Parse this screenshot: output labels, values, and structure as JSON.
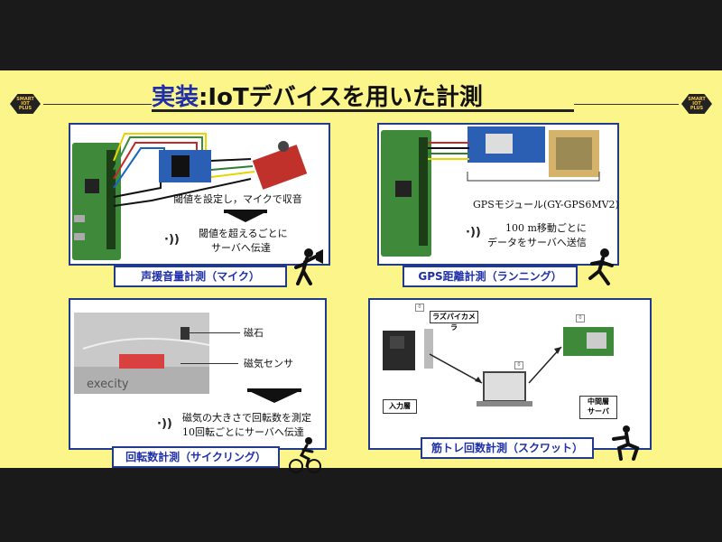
{
  "title": {
    "accent": "実装",
    "colon": ":",
    "rest": "IoTデバイスを用いた計測"
  },
  "logos": [
    {
      "line1": "SMART",
      "line2": "IOT",
      "line3": "PLUS"
    },
    {
      "line1": "SMART",
      "line2": "IOT",
      "line3": "PLUS"
    }
  ],
  "panel_mic": {
    "label": "声援音量計測（マイク）",
    "text1": "閾値を設定し，マイクで収音",
    "text2": "閾値を超えるごとに",
    "text3": "サーバへ伝達"
  },
  "panel_gps": {
    "label": "GPS距離計測（ランニング）",
    "module": "GPSモジュール(GY-GPS6MV2)",
    "text1": "100 m移動ごとに",
    "text2": "データをサーバへ送信"
  },
  "panel_cycle": {
    "label": "回転数計測（サイクリング）",
    "magnet": "磁石",
    "sensor": "磁気センサ",
    "brand": "execity",
    "text1": "磁気の大きさで回転数を測定",
    "text2": "10回転ごとにサーバへ伝達"
  },
  "panel_squat": {
    "label": "筋トレ回数計測（スクワット）",
    "camera": "ラズパイカメラ",
    "input": "入力層",
    "middle1": "中間層",
    "middle2": "サーバ",
    "badge": "0"
  },
  "icons": {
    "wifi": "wifi-icon",
    "megaphone_person": "cheering-person-icon",
    "runner": "running-person-icon",
    "cyclist": "cycling-person-icon",
    "squat": "squatting-person-icon"
  }
}
